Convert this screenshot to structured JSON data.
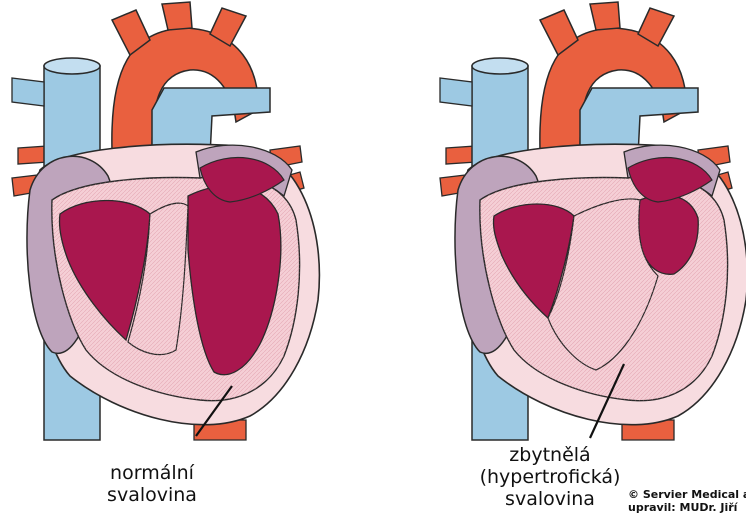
{
  "labels": {
    "normal": [
      "normální",
      "svalovina"
    ],
    "hypertrophic": [
      "zbytnělá",
      "(hypertrofická)",
      "svalovina"
    ]
  },
  "credit": {
    "line1": "© Servier Medical a",
    "line2": "upravil: MUDr. Jiří"
  },
  "colors": {
    "vena": "#9dc9e3",
    "vena_outline": "#5f8aa3",
    "aorta": "#e9603f",
    "atrium": "#bea4bc",
    "chamber": "#a9174e",
    "myocardium": "#f5cfd6",
    "pericardium": "#f7dce0",
    "outline": "#2a2a2a"
  }
}
